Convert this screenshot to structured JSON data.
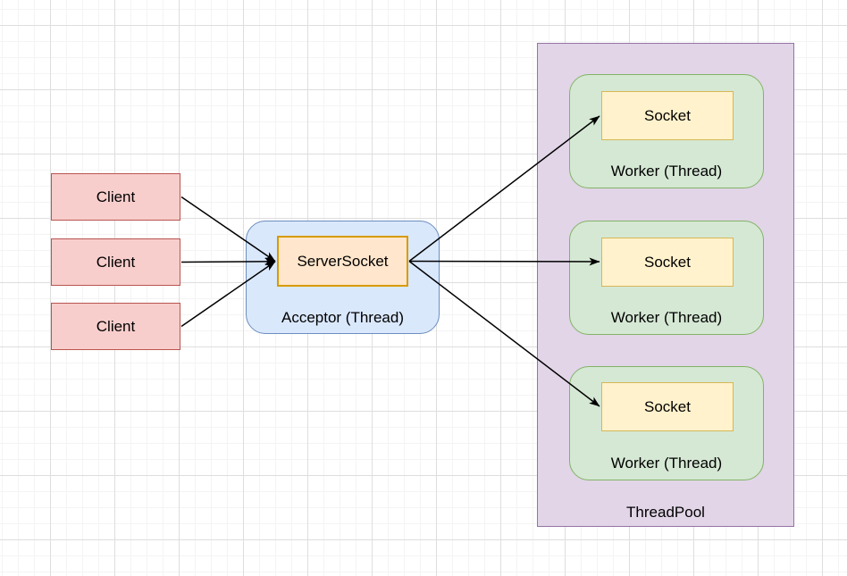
{
  "canvas": {
    "type": "drawio-style-grid-canvas",
    "grid_visible": true,
    "background_color": "#ffffff",
    "grid_minor_color": "#f4f4f5",
    "grid_major_color": "#dededf"
  },
  "colors": {
    "client_fill": "#f8cecc",
    "client_border": "#b85450",
    "acceptor_fill": "#dae8fc",
    "acceptor_border": "#6c8ebf",
    "server_socket_fill": "#ffe6cc",
    "server_socket_border": "#d79b00",
    "threadpool_fill": "#e1d5e7",
    "threadpool_border": "#9673a6",
    "worker_fill": "#d5e8d4",
    "worker_border": "#82b366",
    "socket_fill": "#fff2cc",
    "socket_border": "#d6b656",
    "arrow_color": "#000000",
    "text_color": "#000000"
  },
  "nodes": {
    "clients": [
      {
        "label": "Client"
      },
      {
        "label": "Client"
      },
      {
        "label": "Client"
      }
    ],
    "acceptor": {
      "label": "Acceptor (Thread)"
    },
    "server_socket": {
      "label": "ServerSocket"
    },
    "threadpool": {
      "label": "ThreadPool"
    },
    "workers": [
      {
        "label": "Worker (Thread)",
        "socket_label": "Socket"
      },
      {
        "label": "Worker (Thread)",
        "socket_label": "Socket"
      },
      {
        "label": "Worker (Thread)",
        "socket_label": "Socket"
      }
    ]
  },
  "connections": [
    {
      "from": "client-1",
      "to": "server-socket",
      "arrowhead": "end"
    },
    {
      "from": "client-2",
      "to": "server-socket",
      "arrowhead": "end"
    },
    {
      "from": "client-3",
      "to": "server-socket",
      "arrowhead": "end"
    },
    {
      "from": "server-socket",
      "to": "socket-1",
      "arrowhead": "end"
    },
    {
      "from": "server-socket",
      "to": "socket-2",
      "arrowhead": "end"
    },
    {
      "from": "server-socket",
      "to": "socket-3",
      "arrowhead": "end"
    }
  ]
}
